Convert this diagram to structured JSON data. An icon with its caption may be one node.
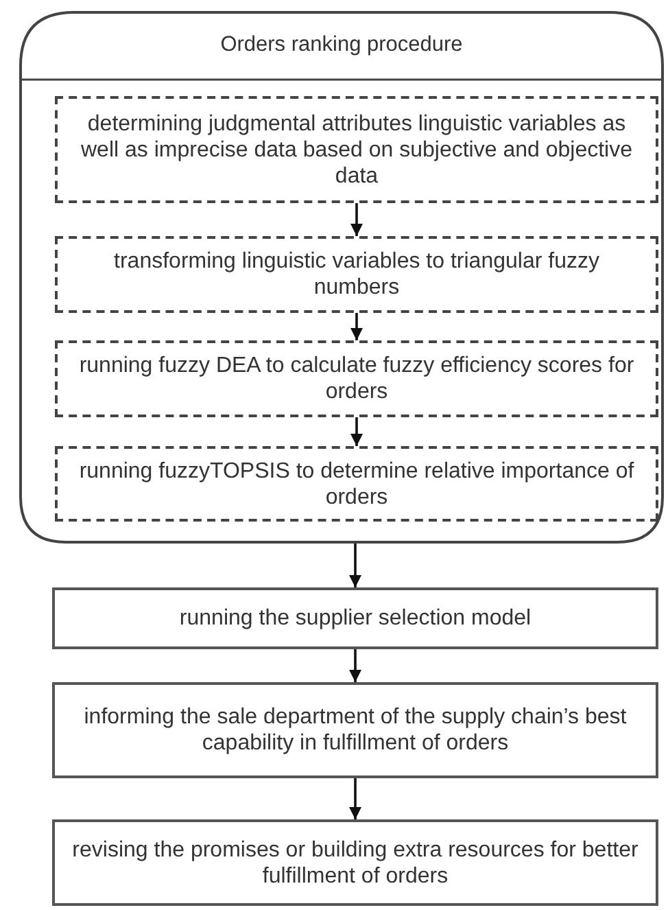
{
  "diagram": {
    "nodes": [
      {
        "text": [
          "Orders ranking procedure"
        ]
      },
      {
        "text": [
          "determining judgmental attributes linguistic variables as well as imprecise data based on subjective and objective data"
        ],
        "in": 0
      },
      {
        "text": [
          "transforming linguistic variables to triangular fuzzy numbers"
        ],
        "in": 0
      },
      {
        "text": [
          "running fuzzy DEA to calculate fuzzy efficiency scores for orders"
        ],
        "in": 0
      },
      {
        "text": [
          "running fuzzyTOPSIS to determine relative importance of orders"
        ],
        "in": 0
      },
      {
        "text": [
          "running the supplier selection model"
        ]
      },
      {
        "text": [
          "informing the sale department of the supply chain’s best capability in fulfillment of orders"
        ]
      },
      {
        "text": [
          "revising the promises or building extra resources for better fulfillment of orders"
        ]
      }
    ],
    "edges": [
      {
        "from": 1,
        "to": 2,
        "arrow": "to"
      },
      {
        "from": 2,
        "to": 3,
        "arrow": "to"
      },
      {
        "from": 3,
        "to": 4,
        "arrow": "to"
      },
      {
        "from": 0,
        "to": 5,
        "arrow": "to"
      },
      {
        "from": 5,
        "to": 6,
        "arrow": "to"
      },
      {
        "from": 6,
        "to": 7,
        "arrow": "to"
      }
    ]
  }
}
